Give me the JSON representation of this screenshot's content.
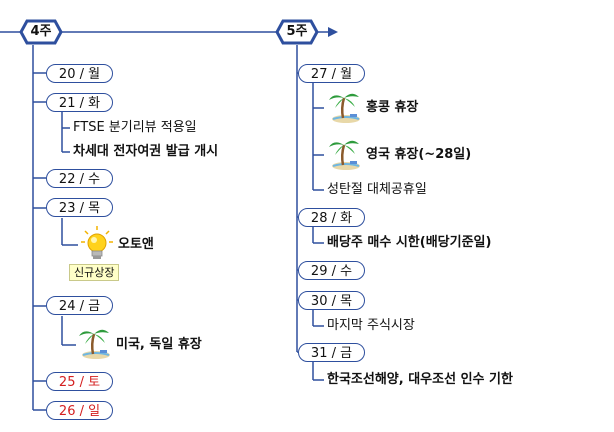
{
  "week4": {
    "label": "4주",
    "days": [
      {
        "label": "20 / 월"
      },
      {
        "label": "21 / 화",
        "notes": [
          "FTSE 분기리뷰 적용일",
          "차세대 전자여권 발급 개시"
        ]
      },
      {
        "label": "22 / 수"
      },
      {
        "label": "23 / 목",
        "event": "오토앤",
        "badge": "신규상장"
      },
      {
        "label": "24 / 금",
        "event": "미국, 독일 휴장"
      },
      {
        "label": "25 / 토"
      },
      {
        "label": "26 / 일"
      }
    ]
  },
  "week5": {
    "label": "5주",
    "days": [
      {
        "label": "27 / 월",
        "events": [
          "홍콩 휴장",
          "영국 휴장(~28일)"
        ],
        "note": "성탄절 대체공휴일"
      },
      {
        "label": "28 / 화",
        "event": "배당주 매수 시한(배당기준일)"
      },
      {
        "label": "29 / 수"
      },
      {
        "label": "30 / 목",
        "note": "마지막 주식시장"
      },
      {
        "label": "31 / 금",
        "event": "한국조선해양, 대우조선 인수 기한"
      }
    ]
  },
  "colors": {
    "line": "#2e4f9e",
    "weekend": "#d41f1f",
    "badge_bg": "#ffffc8"
  },
  "icons": [
    "palm-tree-icon",
    "light-bulb-icon"
  ]
}
